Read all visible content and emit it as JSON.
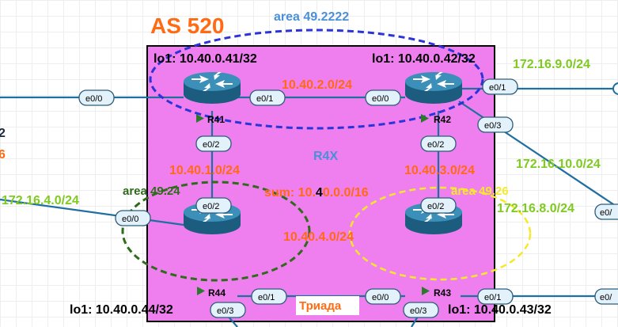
{
  "colors": {
    "zone_fill": "#ef7fef",
    "subnet": "#ff6a13",
    "external_subnet": "#7ecb20",
    "area_main": "#2b34d8",
    "area_49_24": "#2e6b1a",
    "area_49_26": "#f6e82a",
    "as_label": "#ff6a13",
    "area_label": "#4a90d9",
    "link": "#1f6fa0",
    "router_body": "#2d7fa6",
    "port_fill": "#e3f1fb"
  },
  "zone": {
    "name": "R4X",
    "tag": "Триада"
  },
  "as_label": "AS 520",
  "summary": {
    "prefix": "sum: 10.",
    "highlight": "4",
    "suffix": "0.0.0/16"
  },
  "areas": {
    "main": "area 49.2222",
    "left": "area 49.24",
    "right": "area 49.26"
  },
  "routers": [
    {
      "id": "R41",
      "loopback": "lo1: 10.40.0.41/32",
      "icon": "router-icon"
    },
    {
      "id": "R42",
      "loopback": "lo1: 10.40.0.42/32",
      "icon": "router-icon"
    },
    {
      "id": "R43",
      "loopback": "lo1: 10.40.0.43/32",
      "icon": "router-icon"
    },
    {
      "id": "R44",
      "loopback": "lo1: 10.40.0.44/32",
      "icon": "router-icon"
    }
  ],
  "subnets": {
    "r41_r42": "10.40.2.0/24",
    "r41_r44": "10.40.1.0/24",
    "r42_r43": "10.40.3.0/24",
    "r44_r43": "10.40.4.0/24"
  },
  "external_subnets": {
    "net_9": "172.16.9.0/24",
    "net_10": "172.16.10.0/24",
    "net_8": "172.16.8.0/24",
    "net_4": "172.16.4.0/24"
  },
  "edge_fragments": {
    "red": "6",
    "dark": "2"
  },
  "ports": {
    "r41_e00": "e0/0",
    "r41_e01": "e0/1",
    "r41_e02": "e0/2",
    "r42_e00": "e0/0",
    "r42_e01": "e0/1",
    "r42_e02": "e0/2",
    "r42_e03": "e0/3",
    "r43_e00": "e0/0",
    "r43_e01": "e0/1",
    "r43_e02": "e0/2",
    "r43_e03": "e0/3",
    "r44_e00": "e0/0",
    "r44_e01": "e0/1",
    "r44_e02": "e0/2",
    "r44_e03": "e0/3",
    "remote_a": "e0/",
    "remote_b": "e0/"
  }
}
